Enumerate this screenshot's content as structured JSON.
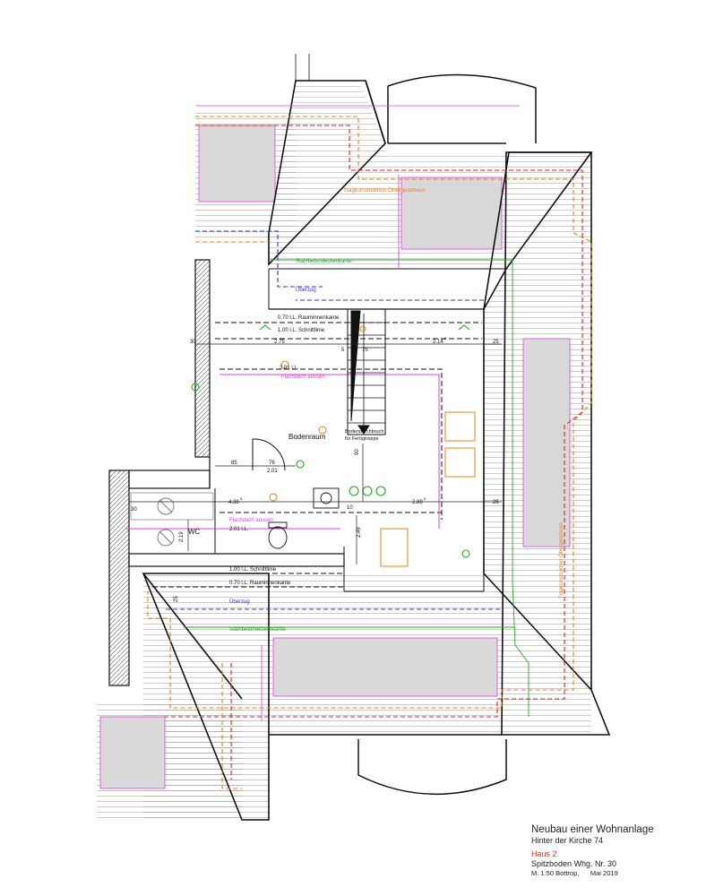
{
  "colors": {
    "wall": "#111111",
    "magenta": "#e040e0",
    "orange": "#e08020",
    "green": "#22aa22",
    "blue": "#3333cc",
    "red": "#dd2222",
    "gray_fill": "#d9d9d9",
    "hatch": "#999999"
  },
  "labels": {
    "tragkonstruktion_og": "Tragkonstruktion Obergeschoss",
    "stahlbeton_top": "Stahlbetondeckenkante",
    "ueberzug_top": "Überzug",
    "raum_070_top": "0.70 l.L. Rauminnenkante",
    "schnitt_100_top": "1.00 l.L. Schnittlinie",
    "dim_30": "30",
    "dim_275": "2.75",
    "dim_5a": "5",
    "dim_75": "75",
    "dim_214": "2.14",
    "dim_214_sup": "5",
    "dim_25a": "25",
    "dim_201_ll": "2.01 l.L.",
    "flachdach_top": "Flachdach aussen",
    "bodenraum": "Bodenraum",
    "bodendurchbruch_1": "Bodendurchbruch",
    "bodendurchbruch_2": "für Fertigtreppe",
    "dim_90": "90",
    "dim_85": "85",
    "dim_76": "76",
    "dim_201": "2.01",
    "dim_438": "4.38",
    "dim_438_sup": "5",
    "dim_30b": "30",
    "dim_10": "10",
    "dim_289": "2.89",
    "dim_289_sup": "5",
    "dim_25b": "25",
    "flachdach_bottom": "Flachdach aussen",
    "dim_201_ll_b": "2.01 l.L.",
    "wc": "WC",
    "dim_219": "2.19",
    "dim_249": "2.49",
    "schnitt_100_bottom": "1.00 l.L. Schnittlinie",
    "raum_070_bottom": "0.70 l.L. Rauminnenkante",
    "ueberzug_bottom": "Überzug",
    "stahlbeton_bottom": "Stahlbetondeckenkante",
    "tragkonstruktion_right": "Tragkonstruktion Obergeschoss",
    "dim_25c": "25"
  },
  "title_block": {
    "title": "Neubau einer Wohnanlage",
    "address": "Hinter der Kirche 74",
    "house": "Haus 2",
    "unit": "Spitzboden Whg. Nr. 30",
    "scale_location": "M. 1:50 Bottrop,",
    "date": "Mai 2019"
  }
}
